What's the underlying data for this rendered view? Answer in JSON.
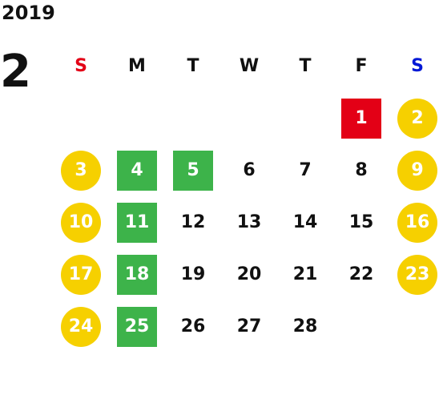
{
  "calendar": {
    "year": "2019",
    "month": "2",
    "weekdays": [
      {
        "label": "S",
        "color": "#e30016"
      },
      {
        "label": "M",
        "color": "#111111"
      },
      {
        "label": "T",
        "color": "#111111"
      },
      {
        "label": "W",
        "color": "#111111"
      },
      {
        "label": "T",
        "color": "#111111"
      },
      {
        "label": "F",
        "color": "#111111"
      },
      {
        "label": "S",
        "color": "#0018d6"
      }
    ],
    "first_weekday_index": 5,
    "days": [
      {
        "day": "1",
        "style": "holiday"
      },
      {
        "day": "2",
        "style": "weekend"
      },
      {
        "day": "3",
        "style": "weekend"
      },
      {
        "day": "4",
        "style": "highlight"
      },
      {
        "day": "5",
        "style": "highlight"
      },
      {
        "day": "6",
        "style": "normal"
      },
      {
        "day": "7",
        "style": "normal"
      },
      {
        "day": "8",
        "style": "normal"
      },
      {
        "day": "9",
        "style": "weekend"
      },
      {
        "day": "10",
        "style": "weekend"
      },
      {
        "day": "11",
        "style": "highlight"
      },
      {
        "day": "12",
        "style": "normal"
      },
      {
        "day": "13",
        "style": "normal"
      },
      {
        "day": "14",
        "style": "normal"
      },
      {
        "day": "15",
        "style": "normal"
      },
      {
        "day": "16",
        "style": "weekend"
      },
      {
        "day": "17",
        "style": "weekend"
      },
      {
        "day": "18",
        "style": "highlight"
      },
      {
        "day": "19",
        "style": "normal"
      },
      {
        "day": "20",
        "style": "normal"
      },
      {
        "day": "21",
        "style": "normal"
      },
      {
        "day": "22",
        "style": "normal"
      },
      {
        "day": "23",
        "style": "weekend"
      },
      {
        "day": "24",
        "style": "weekend"
      },
      {
        "day": "25",
        "style": "highlight"
      },
      {
        "day": "26",
        "style": "normal"
      },
      {
        "day": "27",
        "style": "normal"
      },
      {
        "day": "28",
        "style": "normal"
      }
    ],
    "colors": {
      "weekend_circle": "#f6d000",
      "highlight_square": "#3db34a",
      "holiday_square": "#e30016"
    }
  }
}
